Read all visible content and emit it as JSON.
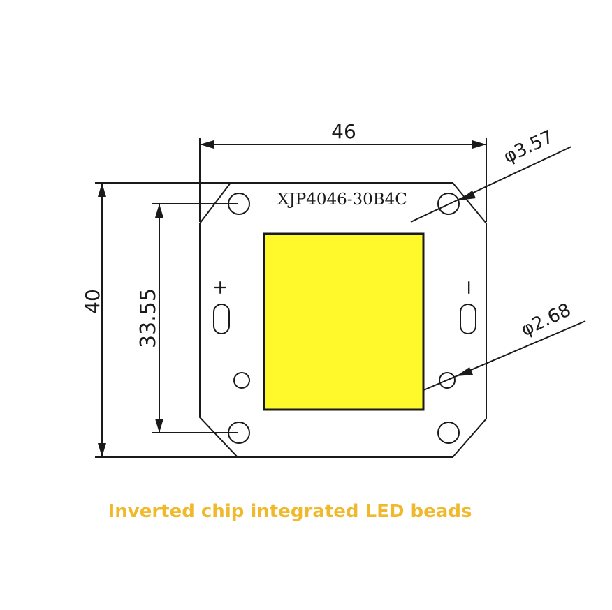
{
  "diagram": {
    "part_number": "XJP4046-30B4C",
    "width_dim": "46",
    "height_dim": "40",
    "hole_spacing_dim": "33.55",
    "hole_dia_large": "φ3.57",
    "hole_dia_small": "φ2.68",
    "plus_label": "+",
    "minus_label": "−"
  },
  "caption": {
    "text": "Inverted chip integrated LED beads",
    "color": "#f0b92c"
  },
  "colors": {
    "led_fill": "#fff82a",
    "line": "#1a1a1a",
    "background": "#ffffff"
  }
}
